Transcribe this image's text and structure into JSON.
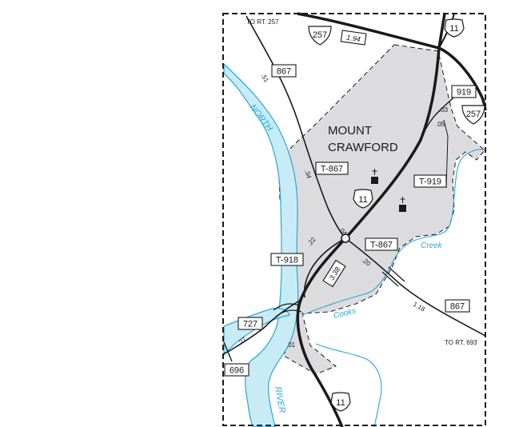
{
  "town": {
    "line1": "MOUNT",
    "line2": "CRAWFORD"
  },
  "river_labels": {
    "north": "NORTH",
    "river": "RIVER"
  },
  "creek_labels": {
    "creek": "Creek",
    "cooks": "Cooks"
  },
  "destinations": {
    "to_257": "TO RT. 257",
    "to_693": "TO RT. 693"
  },
  "route_boxes": {
    "r867_top": "867",
    "r919": "919",
    "t867_a": "T-867",
    "t919": "T-919",
    "t867_b": "T-867",
    "t918": "T-918",
    "r727": "727",
    "r696": "696",
    "r867_bottom": "867"
  },
  "shields": {
    "us11_top": "11",
    "sr257_top": "257",
    "sr257_right": "257",
    "us11_mid": "11",
    "us11_bottom": "11"
  },
  "mileages": {
    "m194": "1.94",
    "m51": ".51",
    "m03": ".03",
    "m05": ".05",
    "m34": ".34",
    "m04": ".04",
    "m22": ".22",
    "m20": ".20",
    "m338": "3.38",
    "m118": "1.18",
    "m27": ".27",
    "m01": ".01"
  },
  "colors": {
    "town_fill": "#dcdcde",
    "water": "#2aa7d9",
    "road": "#1a1a1a",
    "border": "#1a1a1a"
  }
}
